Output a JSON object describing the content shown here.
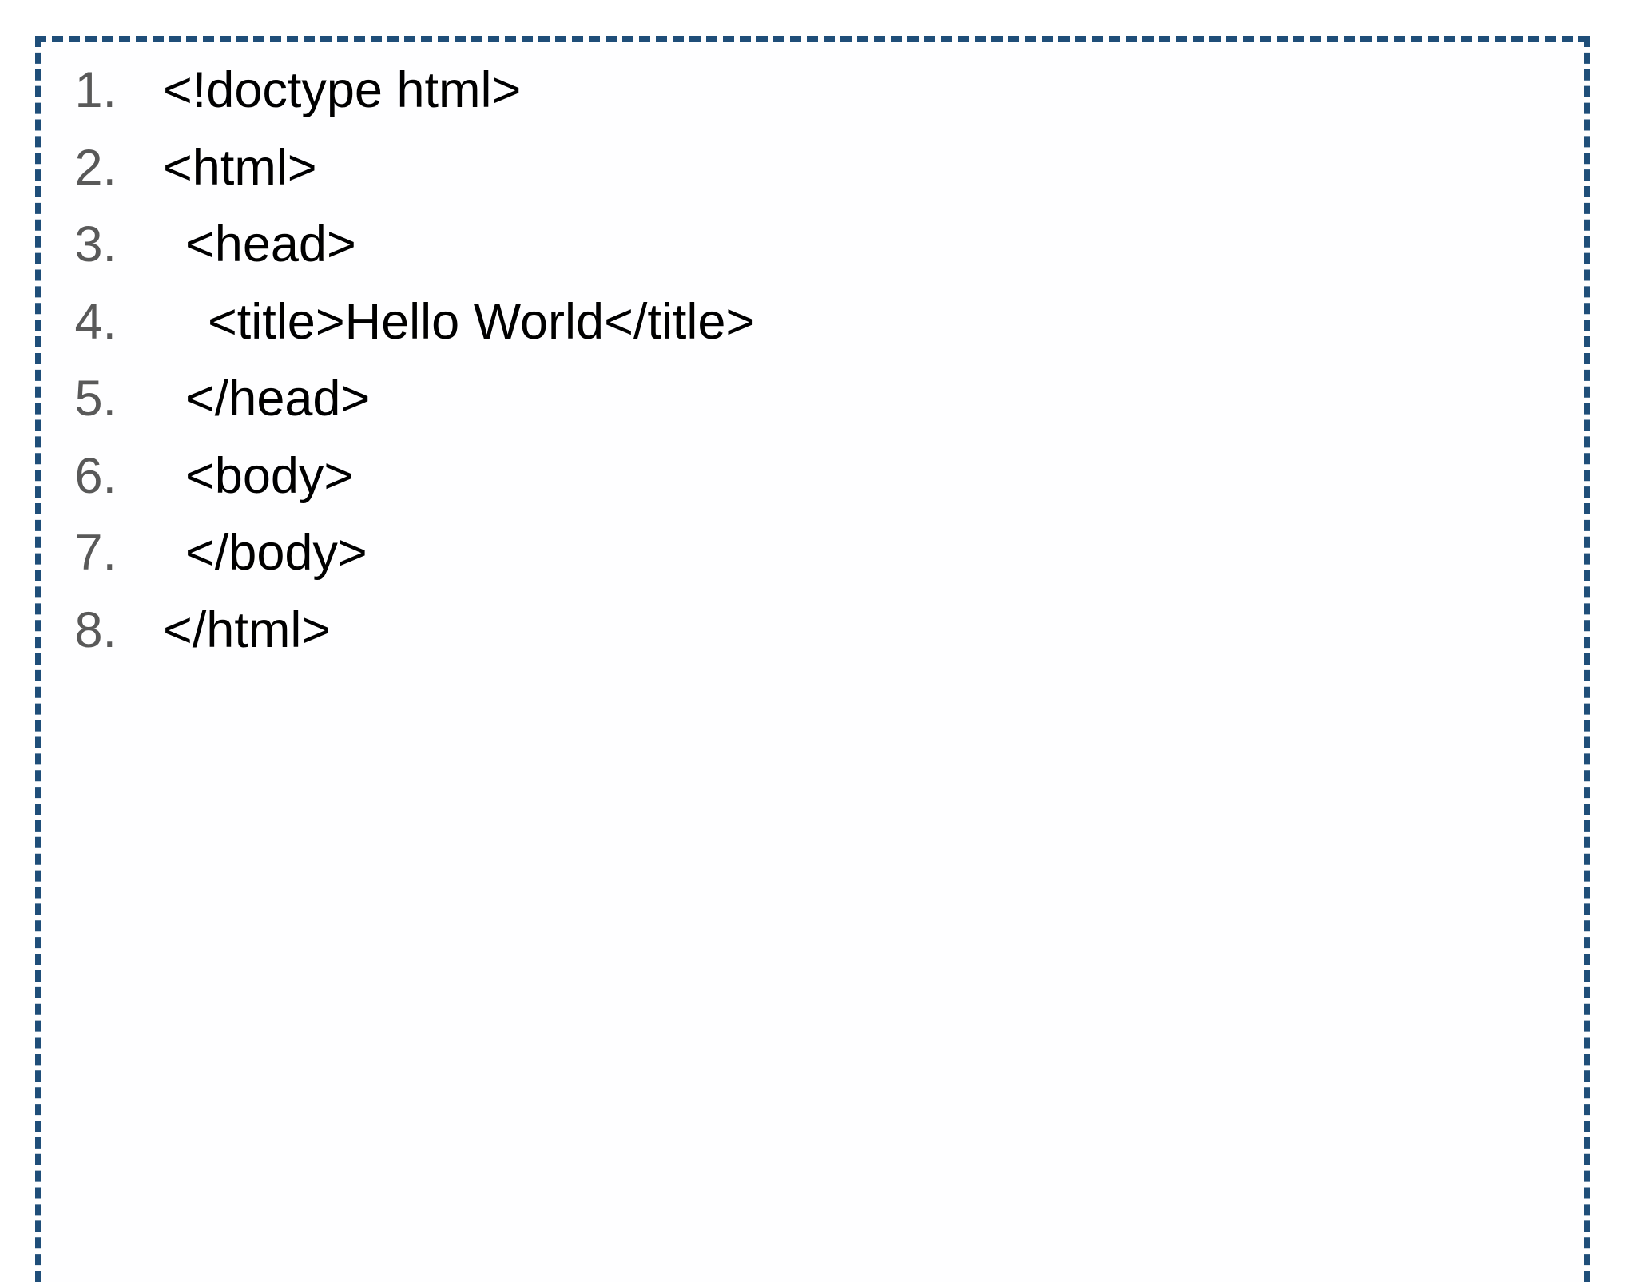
{
  "page": {
    "background_color": "#ffffff",
    "border_color": "#1f4e79",
    "border_style": "dashed",
    "panel_background": "#fefeff"
  },
  "code_panel": {
    "name": "html-code-listing",
    "language": "html",
    "line_number_color": "#595959",
    "code_color": "#000000",
    "lines": [
      {
        "number": "1.",
        "code": "<!doctype html>",
        "indent": 0
      },
      {
        "number": "2.",
        "code": "<html>",
        "indent": 0
      },
      {
        "number": "3.",
        "code": "<head>",
        "indent": 1
      },
      {
        "number": "4.",
        "code": "<title>Hello World</title>",
        "indent": 2
      },
      {
        "number": "5.",
        "code": "</head>",
        "indent": 1
      },
      {
        "number": "6.",
        "code": "<body>",
        "indent": 1
      },
      {
        "number": "7.",
        "code": "</body>",
        "indent": 1
      },
      {
        "number": "8.",
        "code": "</html>",
        "indent": 0
      }
    ]
  }
}
